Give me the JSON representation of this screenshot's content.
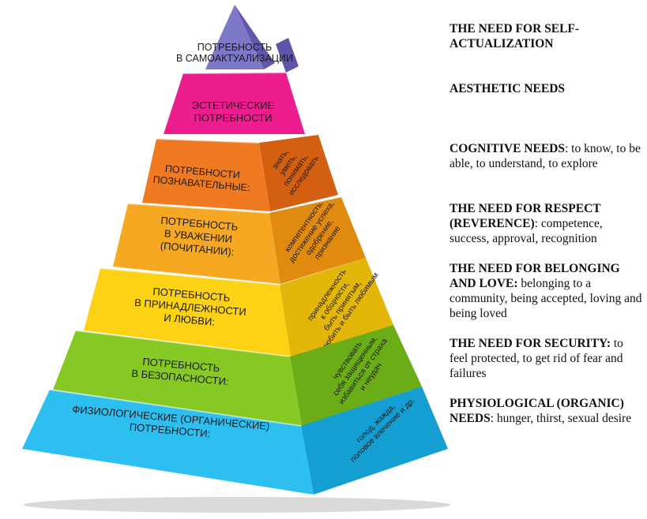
{
  "pyramid": {
    "levels": [
      {
        "face_lines": [
          "ПОТРЕБНОСТЬ",
          "В САМОАКТУАЛИЗАЦИИ"
        ],
        "side_lines": [],
        "face_color": "#7b74c2",
        "side_color": "#5c55a8"
      },
      {
        "face_lines": [
          "ЭСТЕТИЧЕСКИЕ",
          "ПОТРЕБНОСТИ"
        ],
        "side_lines": [],
        "face_color": "#ec1e8f",
        "side_color": "#b81570"
      },
      {
        "face_lines": [
          "ПОТРЕБНОСТИ",
          "ПОЗНАВАТЕЛЬНЫЕ:"
        ],
        "side_lines": [
          "знать,",
          "уметь,",
          "понимать,",
          "исследовать"
        ],
        "face_color": "#f07a22",
        "side_color": "#d45f10"
      },
      {
        "face_lines": [
          "ПОТРЕБНОСТЬ",
          "В УВАЖЕНИИ",
          "(ПОЧИТАНИИ):"
        ],
        "side_lines": [
          "компетентность,",
          "достижение успеха,",
          "одобрение,",
          "признание"
        ],
        "face_color": "#f7a823",
        "side_color": "#e08b10"
      },
      {
        "face_lines": [
          "ПОТРЕБНОСТЬ",
          "В ПРИНАДЛЕЖНОСТИ",
          "И ЛЮБВИ:"
        ],
        "side_lines": [
          "принадлежность",
          "к общности,",
          "быть принятым,",
          "любить и быть любимым"
        ],
        "face_color": "#fdd214",
        "side_color": "#e3b60a"
      },
      {
        "face_lines": [
          "ПОТРЕБНОСТЬ",
          "В БЕЗОПАСНОСТИ:"
        ],
        "side_lines": [
          "чувствовать",
          "себя защищенным,",
          "избавиться от страха",
          "и неудач"
        ],
        "face_color": "#86c925",
        "side_color": "#6aad16"
      },
      {
        "face_lines": [
          "ФИЗИОЛОГИЧЕСКИЕ (ОРГАНИЧЕСКИЕ)",
          "ПОТРЕБНОСТИ:"
        ],
        "side_lines": [
          "голод, жажда,",
          "половое влечение и др."
        ],
        "face_color": "#2cbff0",
        "side_color": "#159ed2"
      }
    ]
  },
  "legend": [
    {
      "head": "THE NEED FOR SELF-ACTUALIZATION",
      "desc": ""
    },
    {
      "head": "AESTHETIC NEEDS",
      "desc": ""
    },
    {
      "head": "COGNITIVE NEEDS",
      "desc": ": to know, to be able, to understand, to explore"
    },
    {
      "head": "THE NEED FOR RESPECT (REVERENCE)",
      "desc": ": competence, success, approval, recognition"
    },
    {
      "head": "THE NEED FOR BELONGING AND LOVE:",
      "desc": " belonging to a community, being accepted, loving and being loved"
    },
    {
      "head": "THE NEED FOR SECURITY:",
      "desc": " to feel protected, to get rid of fear and failures"
    },
    {
      "head": "PHYSIOLOGICAL (ORGANIC) NEEDS",
      "desc": ": hunger, thirst, sexual desire"
    }
  ]
}
